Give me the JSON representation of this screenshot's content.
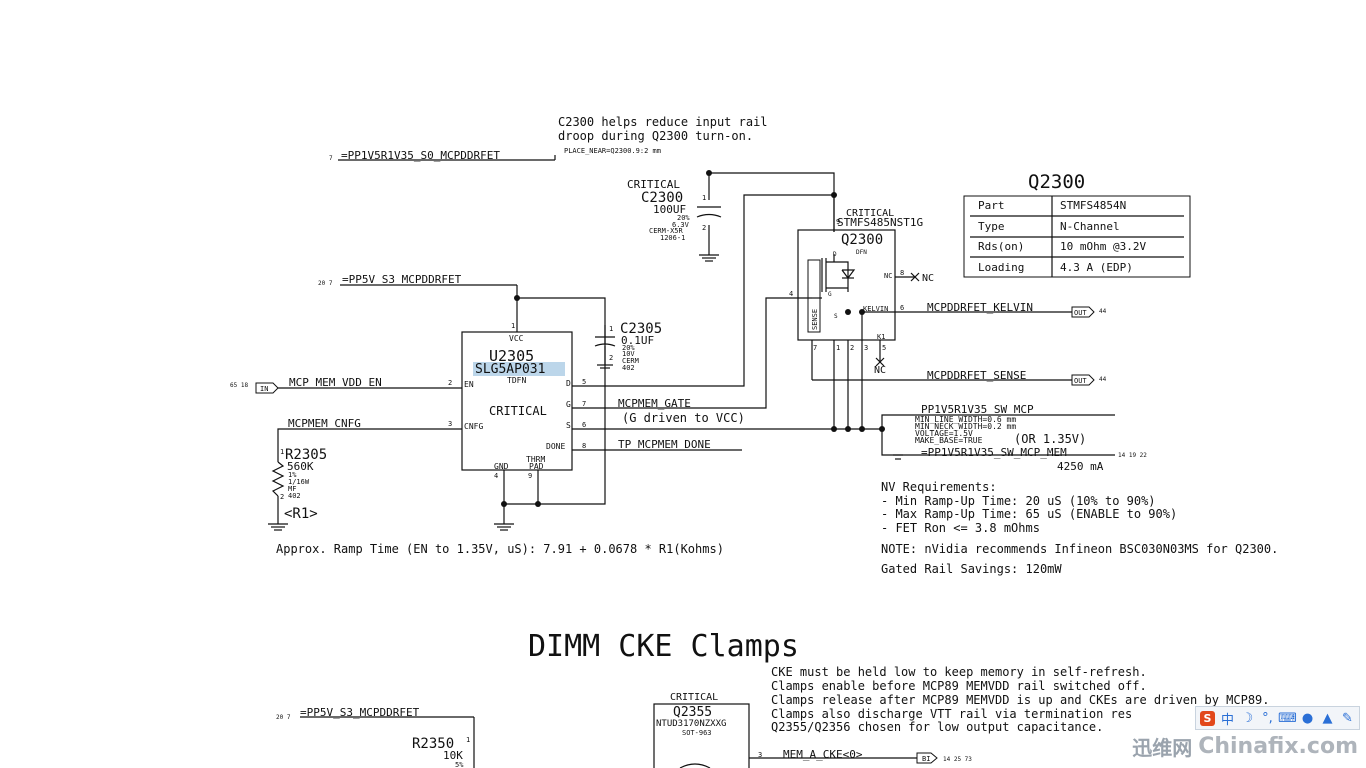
{
  "notes": {
    "c2300_line1": "C2300 helps reduce input rail",
    "c2300_line2": "droop during Q2300 turn-on.",
    "place_near": "PLACE_NEAR=Q2300.9:2 mm",
    "ramp": "Approx. Ramp Time (EN to 1.35V, uS): 7.91 + 0.0678 * R1(Kohms)",
    "nv_title": "NV Requirements:",
    "nv_1": "- Min Ramp-Up Time: 20 uS (10% to 90%)",
    "nv_2": "- Max Ramp-Up Time: 65 uS (ENABLE to 90%)",
    "nv_3": "- FET Ron <= 3.8 mOhms",
    "nvidia": "NOTE: nVidia recommends Infineon BSC030N03MS for Q2300.",
    "gated": "Gated Rail Savings: 120mW",
    "cke_1": "CKE must be held low to keep memory in self-refresh.",
    "cke_2": "Clamps enable before MCP89 MEMVDD rail switched off.",
    "cke_3": "Clamps release after MCP89 MEMVDD is up and CKEs are driven by MCP89.",
    "cke_4": "Clamps also discharge VTT rail via termination res",
    "cke_5": "Q2355/Q2356 chosen for low output capacitance."
  },
  "section": {
    "title": "DIMM CKE Clamps"
  },
  "nets": {
    "pp1v5_s0": "=PP1V5R1V35_S0_MCPDDRFET",
    "pp1v5_s0_ref": "7",
    "pp5v_s3": "=PP5V_S3_MCPDDRFET",
    "pp5v_s3_ref": "20 7",
    "mcp_mem_vdd_en": "MCP_MEM_VDD_EN",
    "en_ref": "65 18",
    "mcpmem_cnfg": "MCPMEM_CNFG",
    "mcpmem_gate": "MCPMEM_GATE",
    "gate_note": "(G driven to VCC)",
    "tp_done": "TP_MCPMEM_DONE",
    "kelvin": "MCPDDRFET_KELVIN",
    "sense": "MCPDDRFET_SENSE",
    "out_ref": "44",
    "sw_mcp": "PP1V5R1V35_SW_MCP",
    "sw_min_line": "MIN_LINE_WIDTH=0.6 mm",
    "sw_min_neck": "MIN_NECK_WIDTH=0.2 mm",
    "sw_voltage": "VOLTAGE=1.5V",
    "sw_make_base": "MAKE_BASE=TRUE",
    "sw_or": "(OR 1.35V)",
    "sw_mcp_mem": "=PP1V5R1V35_SW_MCP_MEM",
    "sw_mem_ref": "14 19 22",
    "sw_current": "4250 mA",
    "pp5v_s3_2": "=PP5V_S3_MCPDDRFET",
    "pp5v_s3_2_ref": "20 7",
    "mem_a_cke": "MEM_A_CKE<0>",
    "cke_ref": "14 25 73",
    "in_flag": "IN",
    "out_flag": "OUT",
    "bi_flag": "BI",
    "nc": "NC"
  },
  "c2300": {
    "critical": "CRITICAL",
    "ref": "C2300",
    "value": "100UF",
    "tol": "20%",
    "volt": "6.3V",
    "type": "CERM-X5R",
    "pkg": "1206-1",
    "pin1": "1",
    "pin2": "2"
  },
  "c2305": {
    "ref": "C2305",
    "value": "0.1UF",
    "tol": "20%",
    "volt": "10V",
    "type": "CERM",
    "pkg": "402",
    "pin1": "1",
    "pin2": "2"
  },
  "u2305": {
    "ref": "U2305",
    "part": "SLG5AP031",
    "pkg": "TDFN",
    "critical": "CRITICAL",
    "vcc": "VCC",
    "en": "EN",
    "cnfg": "CNFG",
    "d": "D",
    "g": "G",
    "s": "S",
    "done": "DONE",
    "gnd": "GND",
    "thrm": "THRM",
    "pad": "PAD",
    "p1": "1",
    "p2": "2",
    "p3": "3",
    "p4": "4",
    "p5": "5",
    "p6": "6",
    "p7": "7",
    "p8": "8",
    "p9": "9"
  },
  "r2305": {
    "ref": "R2305",
    "value": "560K",
    "tol": "1%",
    "power": "1/16W",
    "type": "MF",
    "pkg": "402",
    "alias": "<R1>",
    "pin1": "1",
    "pin2": "2"
  },
  "q2300": {
    "critical": "CRITICAL",
    "part": "STMFS485NST1G",
    "ref": "Q2300",
    "pkg": "DFN",
    "nc_pin": "NC",
    "kelvin_pin": "KELVIN",
    "sense_pin": "SENSE",
    "k1": "K1",
    "g": "G",
    "d": "D",
    "s": "S",
    "p9": "9",
    "p4": "4",
    "p8": "8",
    "p6": "6",
    "p7": "7",
    "p1": "1",
    "p2": "2",
    "p3": "3",
    "p5": "5"
  },
  "table": {
    "title": "Q2300",
    "rows": [
      {
        "k": "Part",
        "v": "STMFS4854N"
      },
      {
        "k": "Type",
        "v": "N-Channel"
      },
      {
        "k": "Rds(on)",
        "v": "10 mOhm @3.2V"
      },
      {
        "k": "Loading",
        "v": "4.3 A (EDP)"
      }
    ]
  },
  "q2355": {
    "critical": "CRITICAL",
    "ref": "Q2355",
    "part": "NTUD3170NZXXG",
    "pkg": "SOT-963",
    "pin3": "3"
  },
  "r2350": {
    "ref": "R2350",
    "value": "10K",
    "tol": "5%",
    "pin1": "1"
  },
  "tray": {
    "sogou": "S",
    "zh": "中",
    "moon": "☽",
    "punct": "°,",
    "kbd": "⌨",
    "user": "●",
    "shirt": "▲",
    "tools": "✎"
  },
  "watermark": {
    "site1": "迅维网",
    "site2": "Chinafix.com"
  }
}
